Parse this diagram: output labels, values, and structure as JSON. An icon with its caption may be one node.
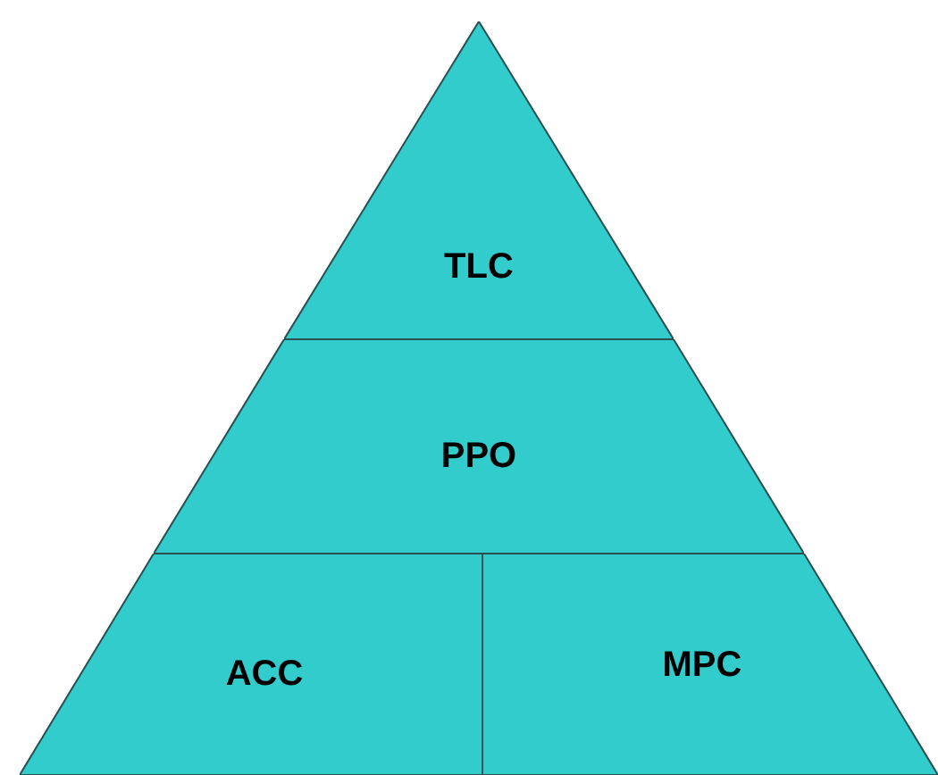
{
  "diagram": {
    "nodes": [
      {
        "text": [
          "TLC"
        ]
      },
      {
        "text": [
          "PPO"
        ]
      },
      {
        "text": [
          "ACC"
        ]
      },
      {
        "text": [
          "MPC"
        ]
      }
    ],
    "edges": []
  }
}
